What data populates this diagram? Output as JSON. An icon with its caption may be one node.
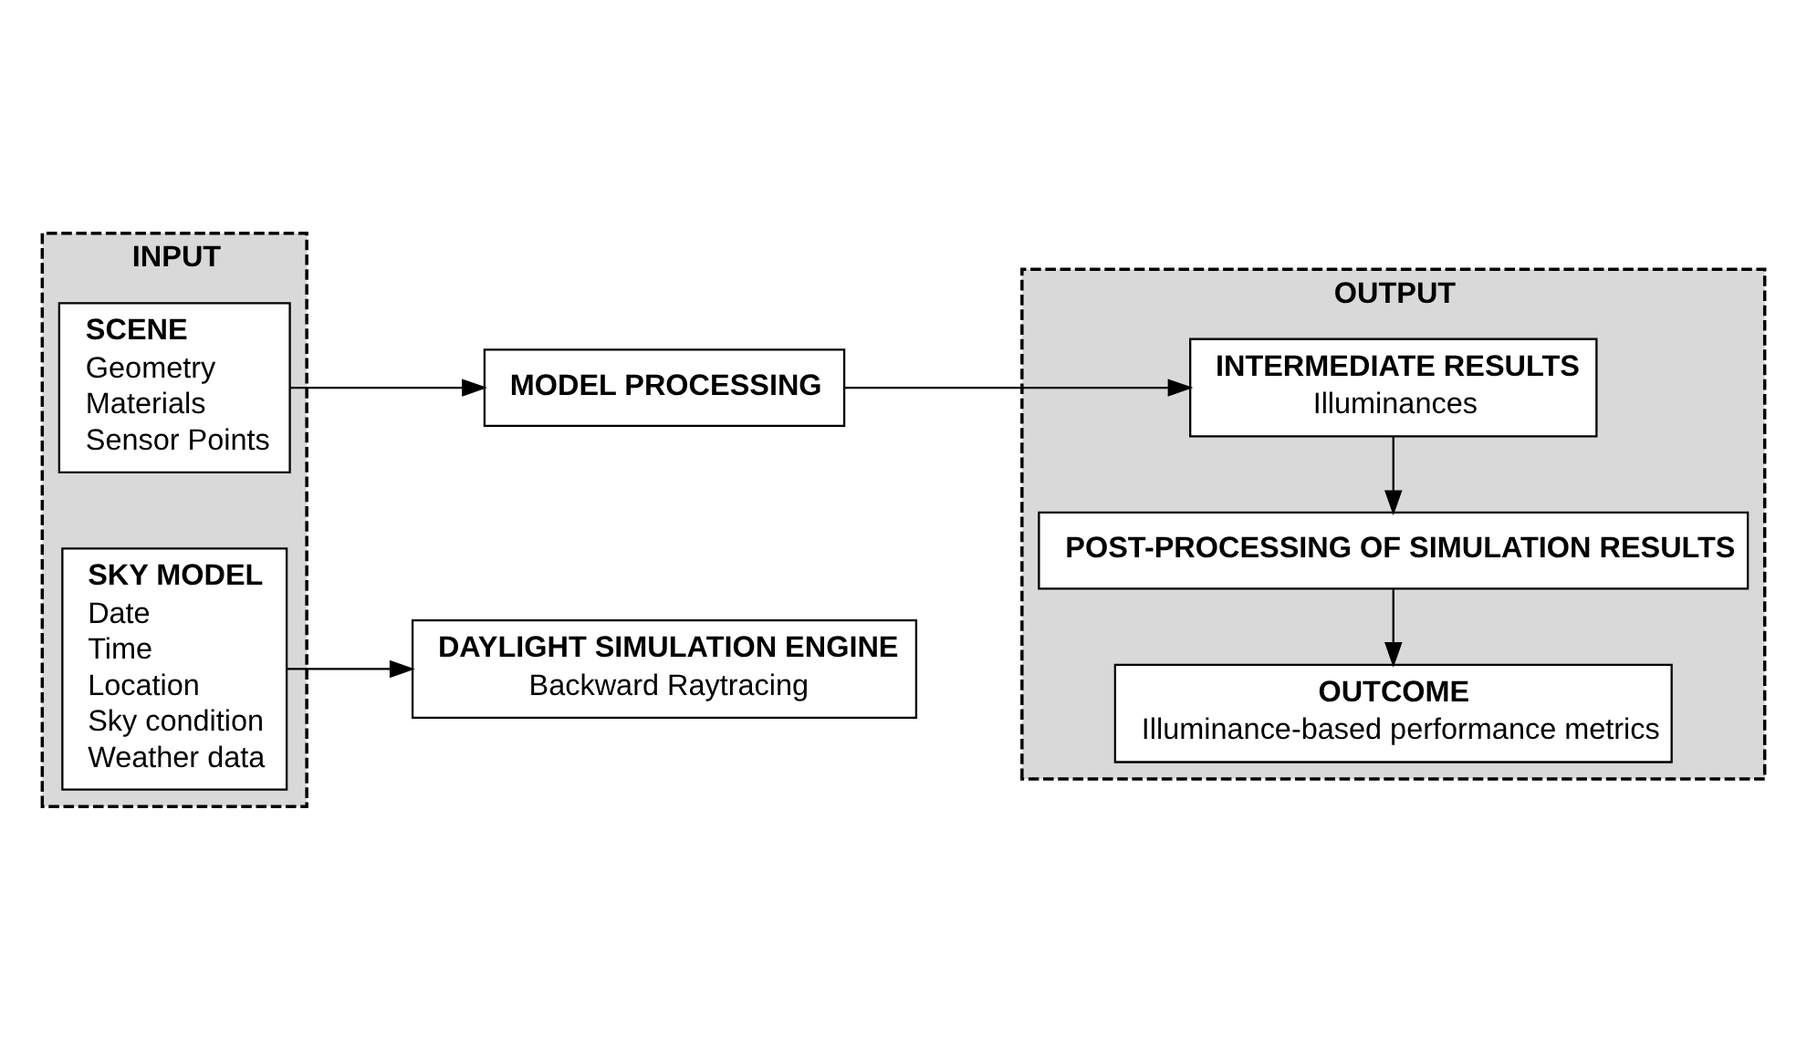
{
  "diagram": {
    "nodes": [
      {
        "text": [
          "INPUT"
        ]
      },
      {
        "text": [
          "SCENE",
          "Geometry",
          "Materials",
          "Sensor Points"
        ],
        "in": 0
      },
      {
        "text": [
          "SKY MODEL",
          "Date",
          "Time",
          "Location",
          "Sky condition",
          "Weather data"
        ],
        "in": 0
      },
      {
        "text": [
          "MODEL PROCESSING"
        ]
      },
      {
        "text": [
          "DAYLIGHT SIMULATION ENGINE",
          "Backward Raytracing"
        ]
      },
      {
        "text": [
          "OUTPUT"
        ]
      },
      {
        "text": [
          "INTERMEDIATE RESULTS",
          "Illuminances"
        ],
        "in": 5
      },
      {
        "text": [
          "POST-PROCESSING OF SIMULATION RESULTS"
        ],
        "in": 5
      },
      {
        "text": [
          "OUTCOME",
          "Illuminance-based performance metrics"
        ],
        "in": 5
      }
    ],
    "edges": [
      {
        "from": 1,
        "to": 3,
        "arrow": "to"
      },
      {
        "from": 2,
        "to": 4,
        "arrow": "to"
      },
      {
        "from": 3,
        "to": 6,
        "arrow": "to"
      },
      {
        "from": 6,
        "to": 7,
        "arrow": "to"
      },
      {
        "from": 7,
        "to": 8,
        "arrow": "to"
      }
    ]
  }
}
